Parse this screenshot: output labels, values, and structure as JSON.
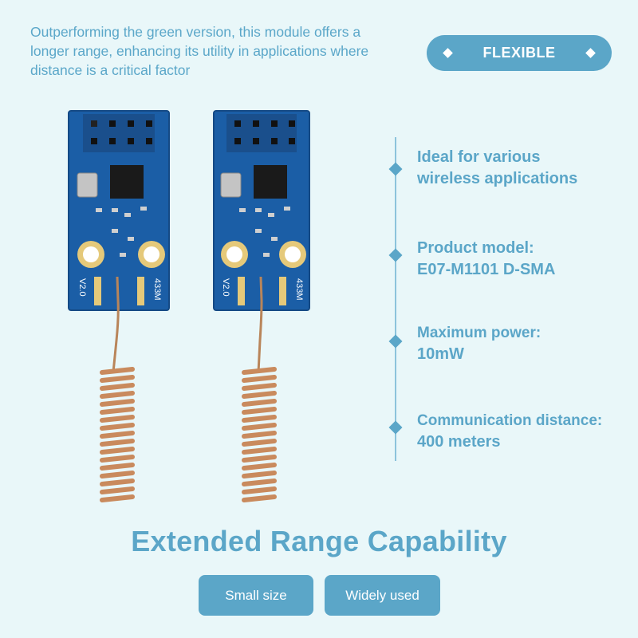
{
  "intro_text": "Outperforming the green version, this module offers a longer range, enhancing its utility in applications where distance is a critical factor",
  "badge": {
    "label": "FLEXIBLE"
  },
  "features": [
    {
      "line1": "Ideal for various",
      "line2": "wireless applications"
    },
    {
      "line1": "Product model:",
      "line2": "E07-M1101 D-SMA"
    },
    {
      "line1": "Maximum power:",
      "line2": "10mW"
    },
    {
      "line1": "Communication distance:",
      "line2": "400 meters"
    }
  ],
  "headline": "Extended Range Capability",
  "tags": [
    "Small size",
    "Widely used"
  ],
  "board_silk": {
    "version": "V2.0",
    "frequency": "433M"
  },
  "colors": {
    "accent": "#5ba6c8",
    "background": "#e9f7f9",
    "pcb": "#1b5ea6",
    "copper": "#c98a5d"
  }
}
